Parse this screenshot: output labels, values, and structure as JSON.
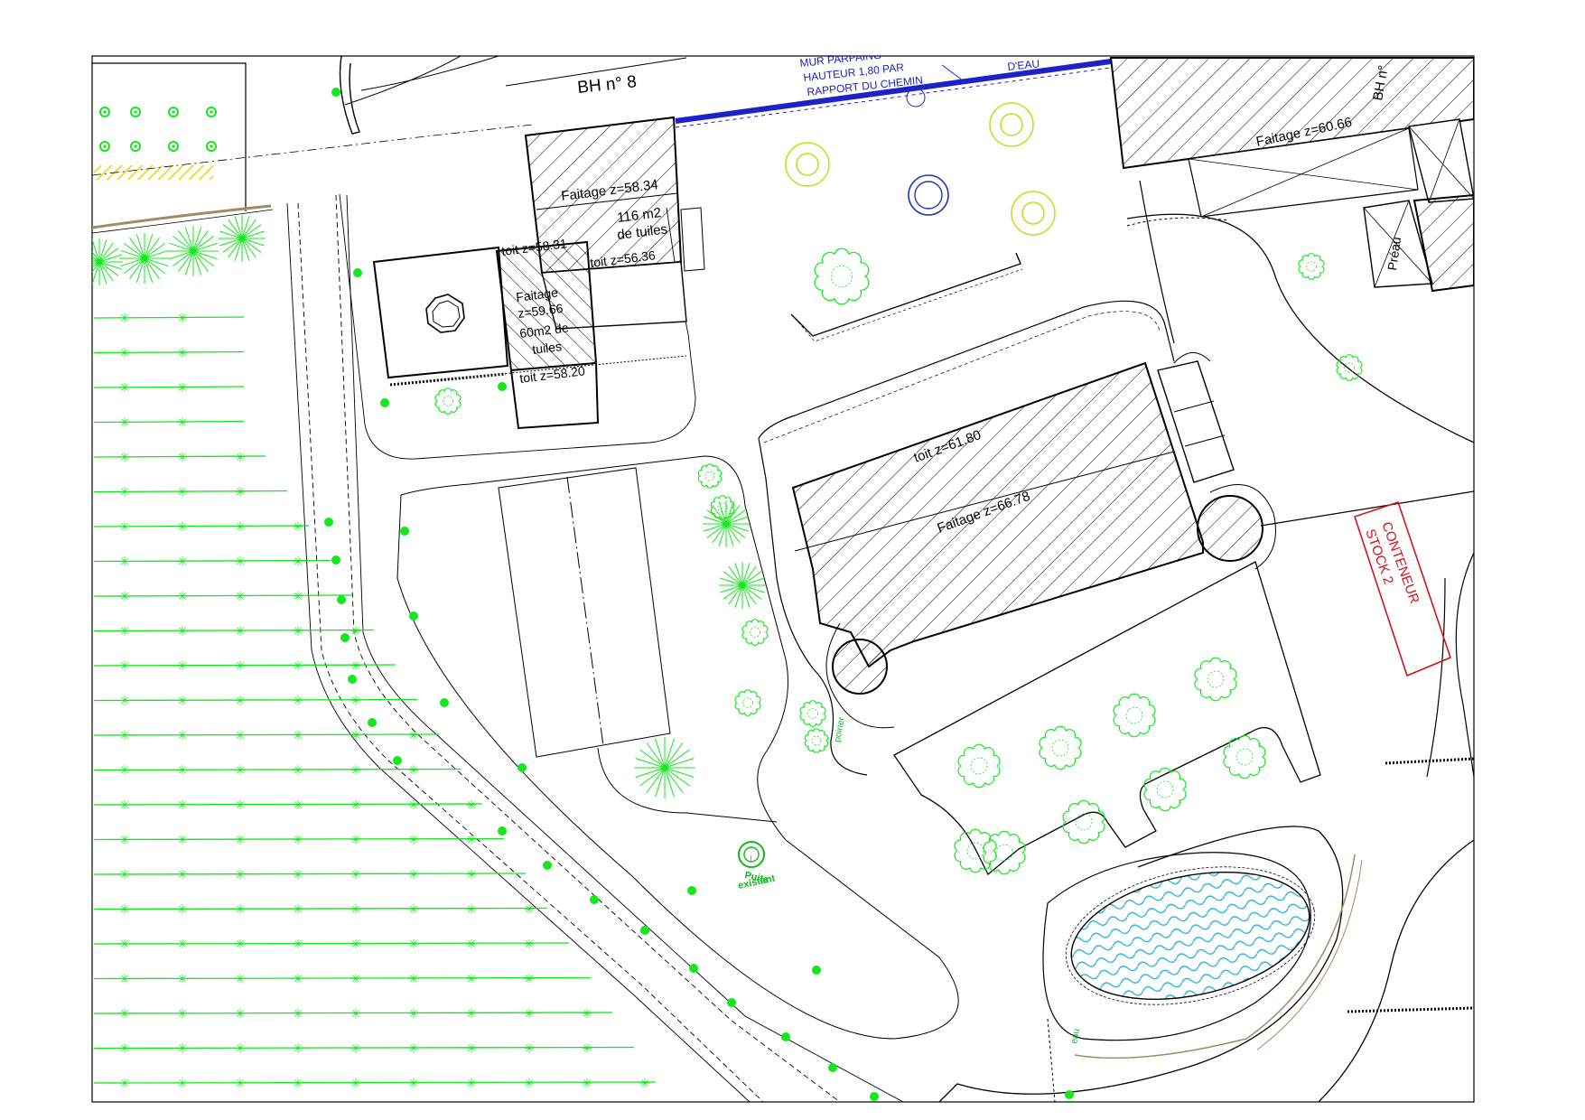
{
  "labels": {
    "bh8": "BH n° 8",
    "bh_right": "BH n°",
    "wall_line1": "MUR PARPAING",
    "wall_line2": "HAUTEUR 1,80 PAR",
    "wall_line3": "RAPPORT DU CHEMIN",
    "water": "D'EAU",
    "faitage_60_66": "Faitage z=60.66",
    "faitage_58_34": "Faitage z=58.34",
    "tiles_116_a": "116 m2",
    "tiles_116_b": "de tuiles",
    "toit_58_31": "toit z=58.31",
    "toit_56_36": "toit z=56.36",
    "faitage_59_66_a": "Faitage",
    "faitage_59_66_b": "z=59.66",
    "tiles_60_a": "60m2 de",
    "tiles_60_b": "tuiles",
    "toit_58_20": "toit z=58.20",
    "toit_61_80": "toit z=61.80",
    "faitage_66_78": "Faitage z=66.78",
    "preau": "Préau",
    "conteneur_a": "CONTENEUR",
    "conteneur_b": "STOCK 2",
    "poirier": "poirier",
    "puits_a": "Puits",
    "puits_b": "existant",
    "eau": "eau"
  },
  "colors": {
    "line": "#000000",
    "vegetation": "#12e81c",
    "tree_yellow": "#c8dc28",
    "wall_blue": "#1c22c8",
    "well_blue": "#2834b4",
    "water": "#28b4dc",
    "container_red": "#d4141c",
    "path_brown": "#a08c64"
  },
  "icons": {
    "tree": "tree-icon",
    "palm": "palm-icon",
    "well": "well-icon",
    "pond": "pond-icon"
  }
}
